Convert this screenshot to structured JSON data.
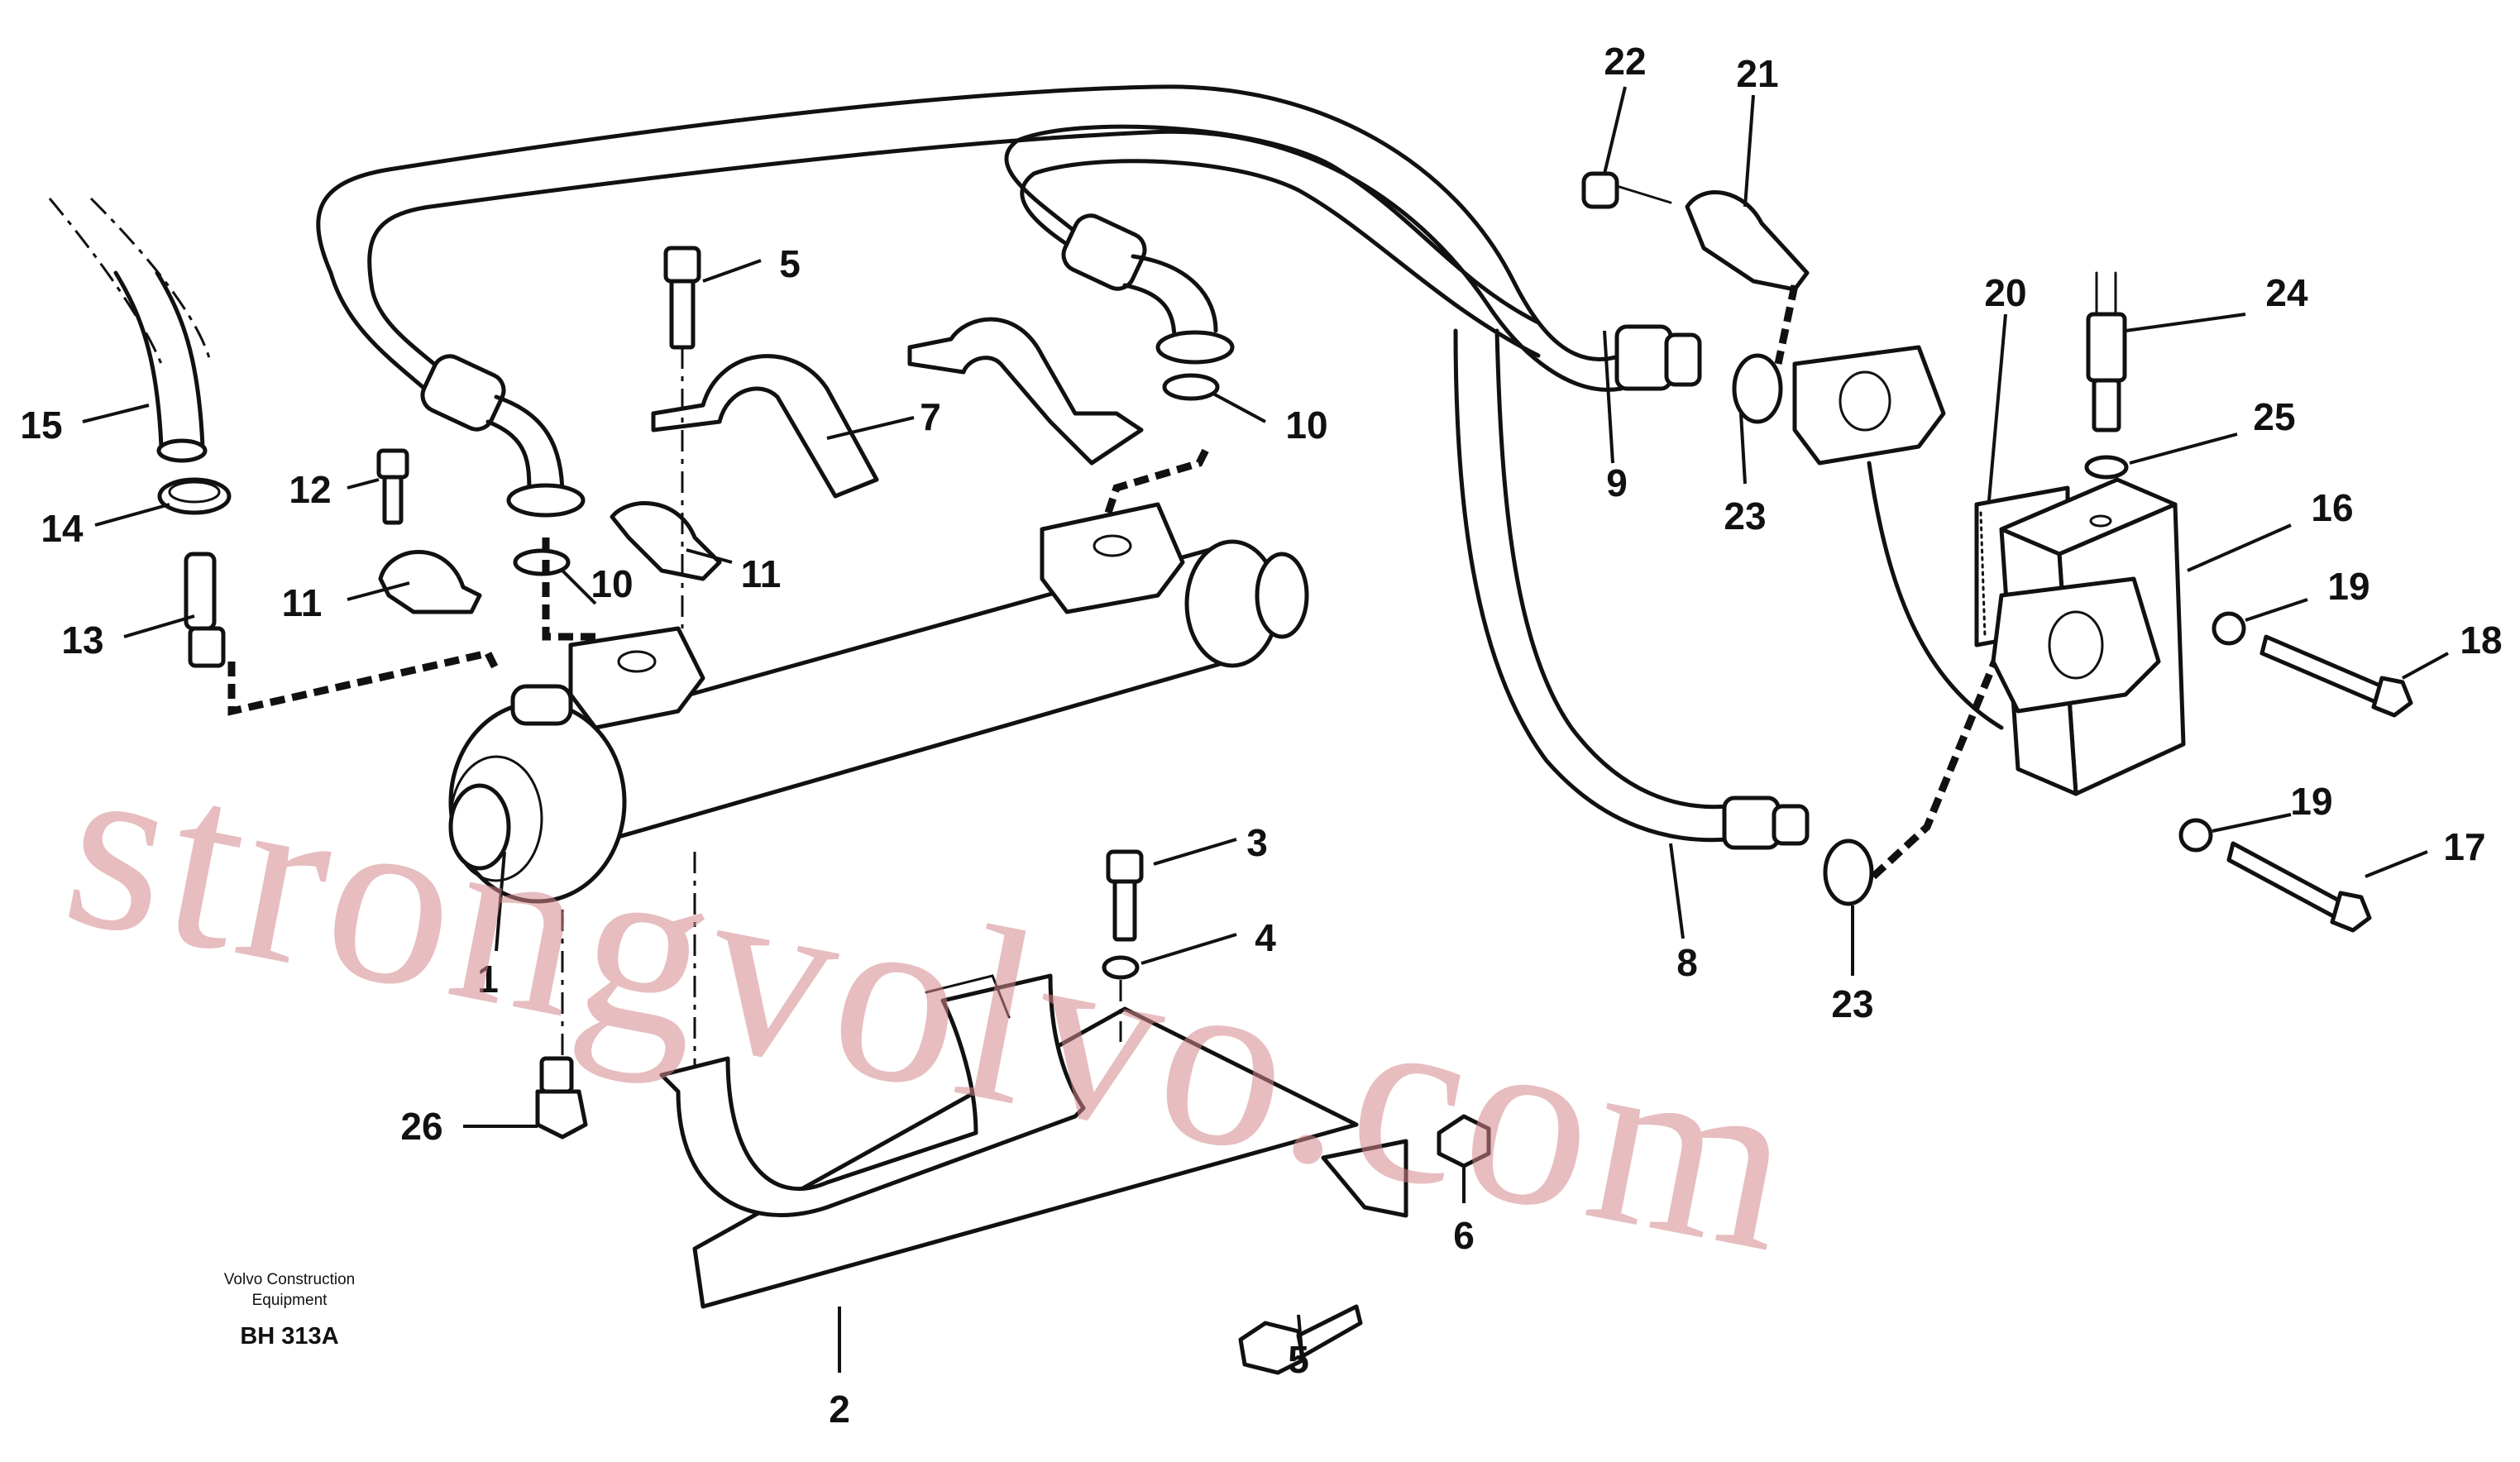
{
  "drawing": {
    "caption_line1": "Volvo Construction",
    "caption_line2": "Equipment",
    "drawing_code": "BH 313A",
    "watermark": "strongvolvo.com"
  },
  "callouts": [
    {
      "id": "c1",
      "number": "1"
    },
    {
      "id": "c2",
      "number": "2"
    },
    {
      "id": "c3",
      "number": "3"
    },
    {
      "id": "c4",
      "number": "4"
    },
    {
      "id": "c5a",
      "number": "5"
    },
    {
      "id": "c5b",
      "number": "5"
    },
    {
      "id": "c6",
      "number": "6"
    },
    {
      "id": "c7",
      "number": "7"
    },
    {
      "id": "c8",
      "number": "8"
    },
    {
      "id": "c9",
      "number": "9"
    },
    {
      "id": "c10a",
      "number": "10"
    },
    {
      "id": "c10b",
      "number": "10"
    },
    {
      "id": "c11a",
      "number": "11"
    },
    {
      "id": "c11b",
      "number": "11"
    },
    {
      "id": "c12",
      "number": "12"
    },
    {
      "id": "c13",
      "number": "13"
    },
    {
      "id": "c14",
      "number": "14"
    },
    {
      "id": "c15",
      "number": "15"
    },
    {
      "id": "c16",
      "number": "16"
    },
    {
      "id": "c17",
      "number": "17"
    },
    {
      "id": "c18",
      "number": "18"
    },
    {
      "id": "c19a",
      "number": "19"
    },
    {
      "id": "c19b",
      "number": "19"
    },
    {
      "id": "c20",
      "number": "20"
    },
    {
      "id": "c21",
      "number": "21"
    },
    {
      "id": "c22",
      "number": "22"
    },
    {
      "id": "c23a",
      "number": "23"
    },
    {
      "id": "c23b",
      "number": "23"
    },
    {
      "id": "c24",
      "number": "24"
    },
    {
      "id": "c25",
      "number": "25"
    },
    {
      "id": "c26",
      "number": "26"
    }
  ]
}
